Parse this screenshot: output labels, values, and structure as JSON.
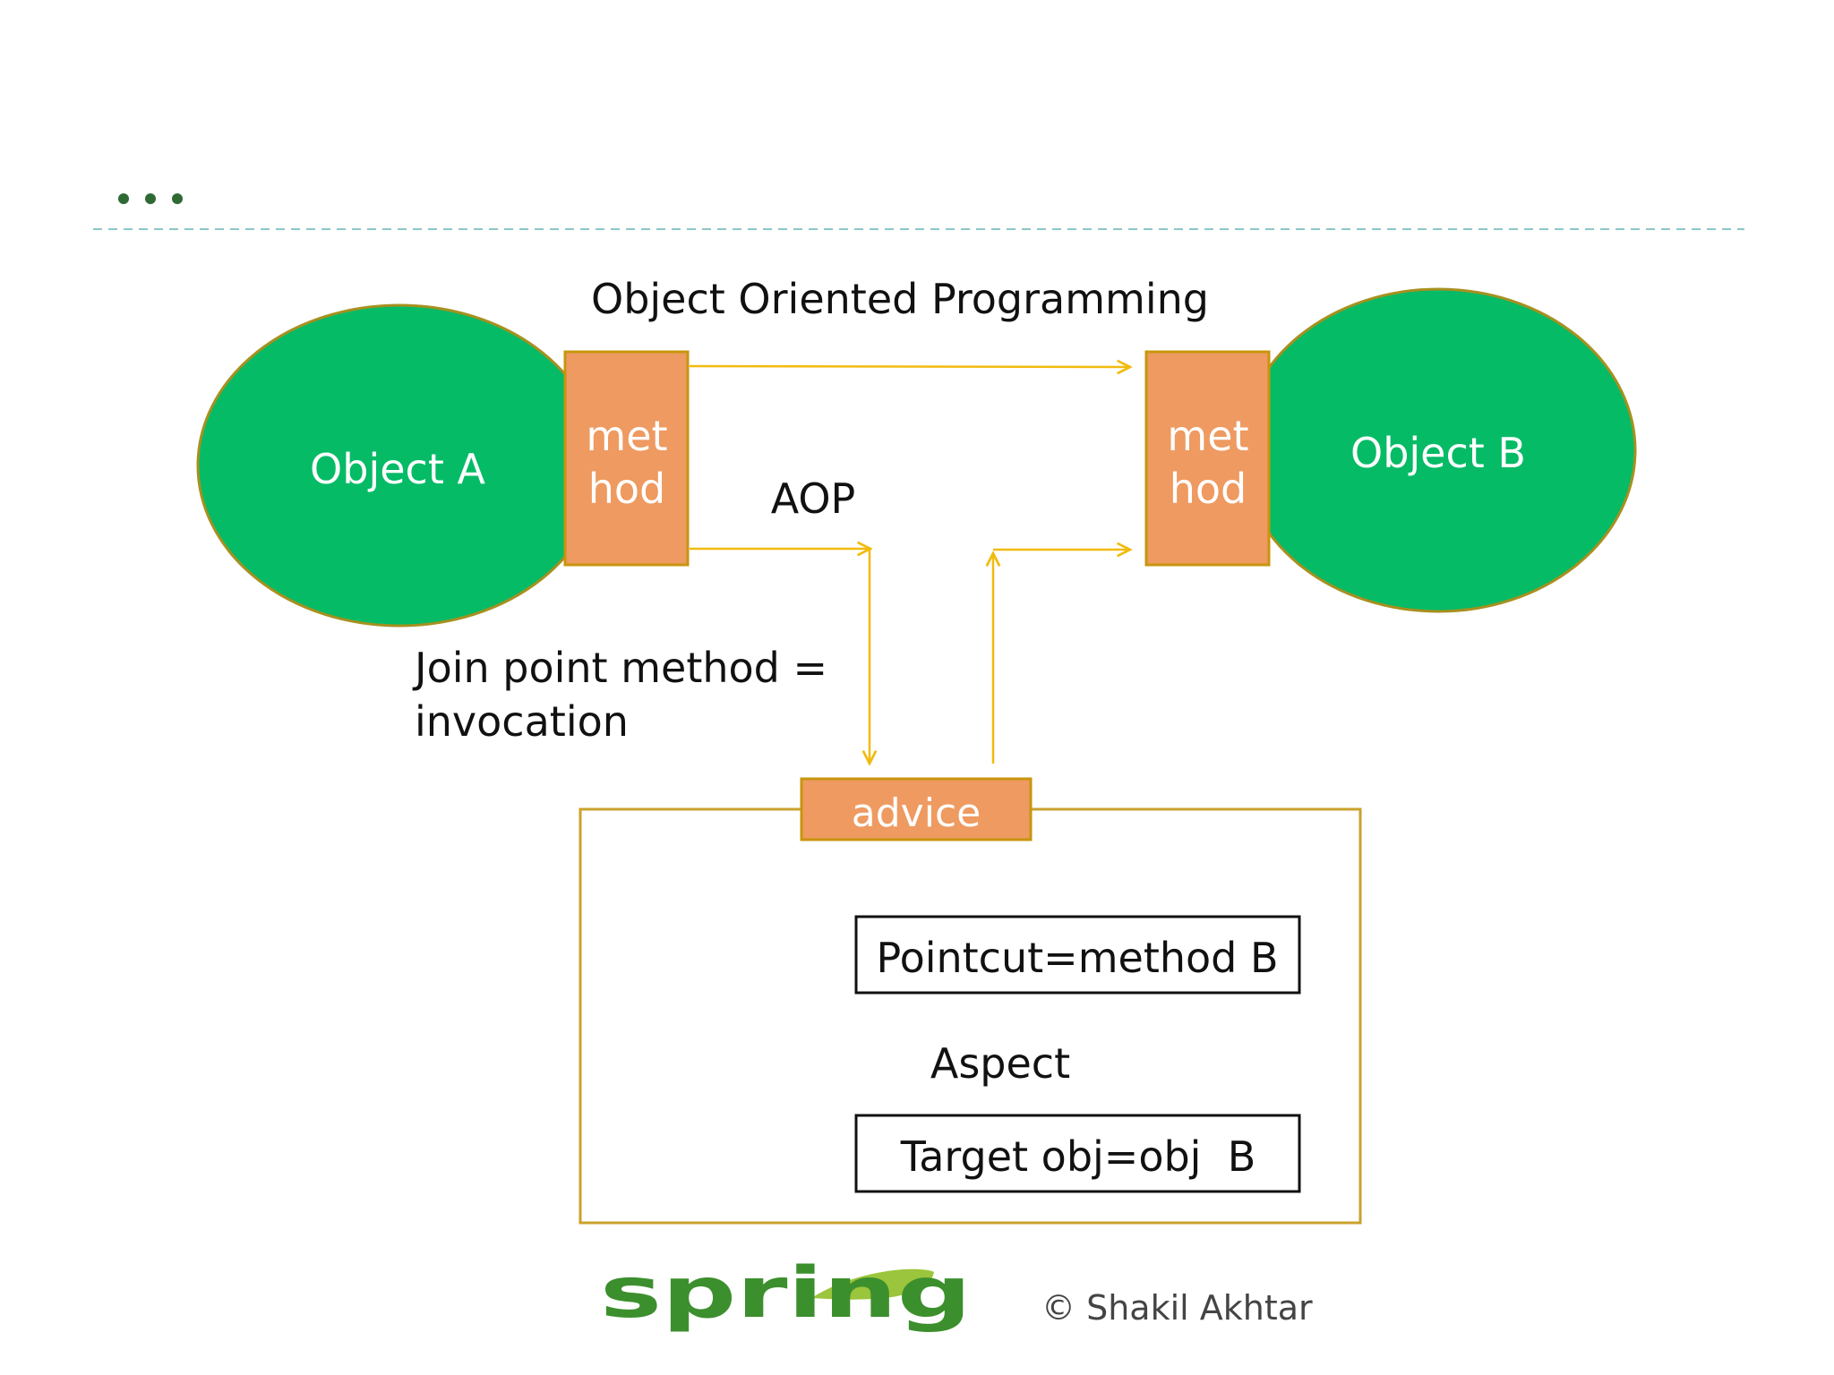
{
  "slide": {
    "bullet_dots": "...",
    "colors": {
      "object_fill": "#05BB66",
      "object_stroke": "#A7901F",
      "method_fill": "#EE9A61",
      "method_stroke": "#C8950E",
      "arrow": "#F1BB0F",
      "aspect_border": "#CBA22E",
      "dash_rule": "#8CC6C6",
      "dots": "#2F6A35",
      "spring_logo": "#3C8F2D",
      "spring_leaf": "#9BC53D"
    }
  },
  "diagram": {
    "oop_label": "Object Oriented Programming",
    "aop_label": "AOP",
    "object_a": "Object A",
    "object_b": "Object B",
    "method_a_line1": "met",
    "method_a_line2": "hod",
    "method_b_line1": "met",
    "method_b_line2": "hod",
    "join_point_line1": "Join point method =",
    "join_point_line2": "invocation",
    "advice": "advice",
    "pointcut": "Pointcut=method B",
    "aspect": "Aspect",
    "target": "Target obj=obj  B"
  },
  "footer": {
    "logo_text": "spring",
    "copyright": "© Shakil Akhtar"
  }
}
